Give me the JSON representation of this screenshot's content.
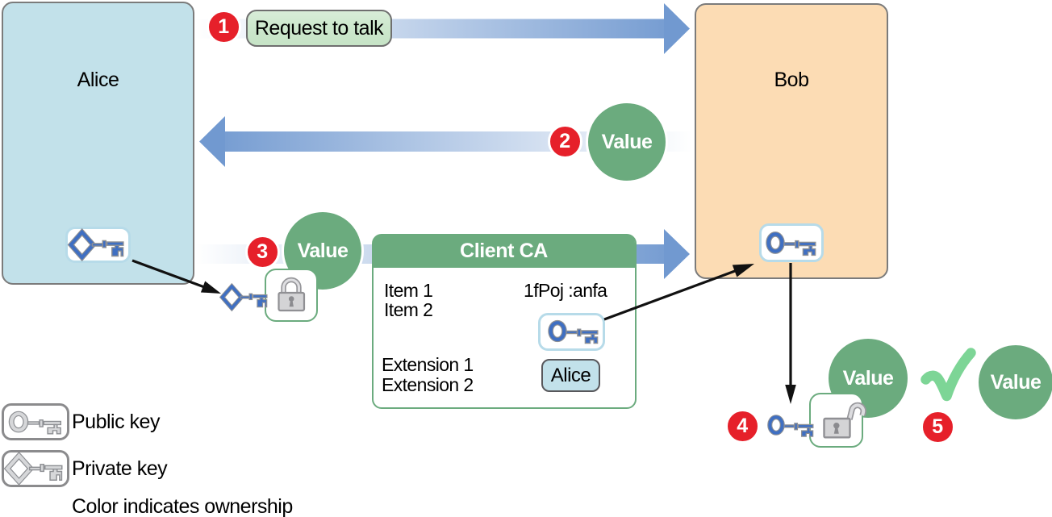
{
  "actors": {
    "alice": "Alice",
    "bob": "Bob"
  },
  "steps": {
    "s1": {
      "number": "1",
      "label": "Request to talk"
    },
    "s2": {
      "number": "2",
      "value": "Value"
    },
    "s3": {
      "number": "3",
      "value": "Value"
    },
    "s4": {
      "number": "4",
      "value": "Value"
    },
    "s5": {
      "number": "5",
      "value": "Value"
    }
  },
  "certificate": {
    "title": "Client CA",
    "items": [
      "Item 1",
      "Item 2"
    ],
    "key_value": "1fPoj :anfa",
    "extensions": [
      "Extension 1",
      "Extension 2"
    ],
    "subject": "Alice"
  },
  "legend": {
    "public_key": "Public key",
    "private_key": "Private key",
    "note": "Color indicates ownership"
  },
  "colors": {
    "red_badge": "#e6202a",
    "green": "#6bab7e",
    "check_green": "#7dd596",
    "arrow_blue": "#7199d0",
    "key_blue": "#3f6fc2",
    "alice_fill": "#c2e1ea",
    "bob_fill": "#fcdcb4",
    "pill_fill": "#cde8cd"
  }
}
